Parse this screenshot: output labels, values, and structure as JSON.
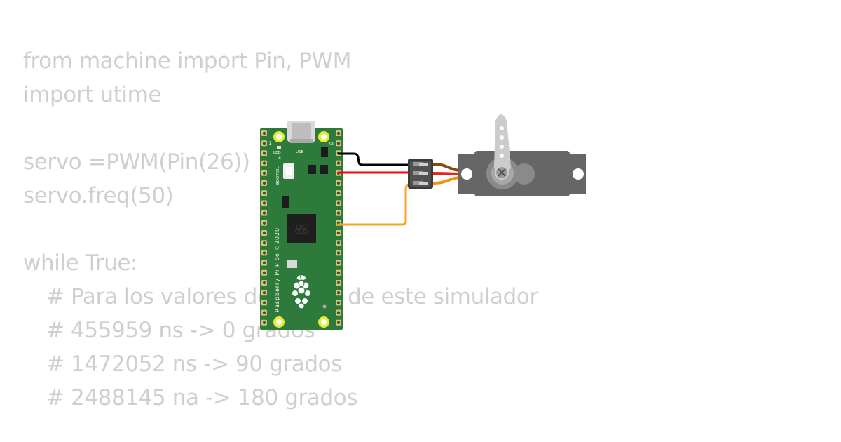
{
  "editor": {
    "lines": [
      "from machine import Pin, PWM",
      "import utime",
      "",
      "servo =PWM(Pin(26))",
      "servo.freq(50)",
      "",
      "while True:",
      "# Para los valores del servo de este simulador",
      "# 455959 ns -> 0 grados",
      "# 1472052 ns -> 90 grados",
      "# 2488145 na -> 180 grados"
    ]
  },
  "board": {
    "name": "Raspberry Pi Pico ©2020",
    "led_label": "LED",
    "usb_label": "USB",
    "bootsel_label": "BOOTSEL",
    "pin_1": "1",
    "pin_2": "2",
    "pin_39": "39",
    "color": "#2d7a3a"
  },
  "servo": {
    "body_color": "#666666",
    "horn_color": "#cccccc"
  },
  "wires": {
    "gnd_color": "#000000",
    "vcc_color": "#ff0000",
    "signal_color": "#f5a623"
  }
}
